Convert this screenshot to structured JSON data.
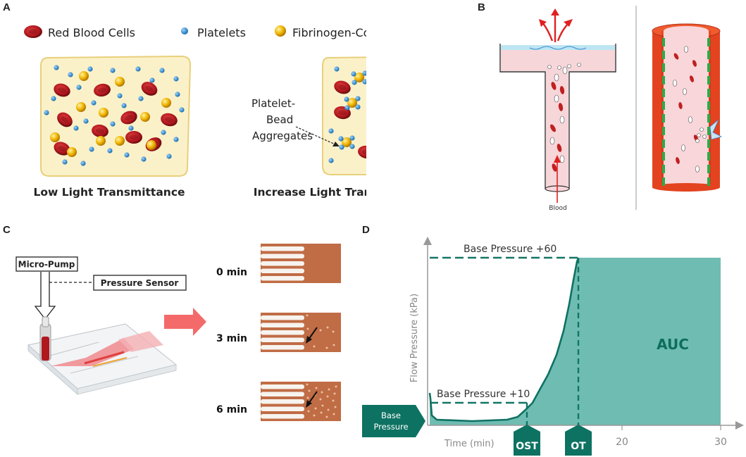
{
  "panels": {
    "a": {
      "letter": "A",
      "legend": [
        {
          "label": "Red Blood Cells",
          "icon": "red-blood-cell-icon",
          "color": "#b0181e"
        },
        {
          "label": "Platelets",
          "icon": "platelet-icon",
          "color": "#2a8fd0"
        },
        {
          "label": "Fibrinogen-Coated Beads",
          "icon": "bead-icon",
          "color": "#f0b400"
        }
      ],
      "left_caption": "Low Light Transmittance",
      "right_caption": "Increase Light Transmittance",
      "annotation_lines": [
        "Platelet-",
        "Bead",
        "Aggregates"
      ]
    },
    "b": {
      "letter": "B",
      "blood_label": "Blood"
    },
    "c": {
      "letter": "C",
      "pump_label": "Micro-Pump",
      "sensor_label": "Pressure Sensor",
      "timepoints": [
        "0 min",
        "3 min",
        "6 min"
      ]
    },
    "d": {
      "letter": "D",
      "top_label": "Base Pressure +60",
      "bottom_label": "Base Pressure +10",
      "ylabel": "Flow Pressure (kPa)",
      "xlabel": "Time (min)",
      "ost": "OST",
      "ot": "OT",
      "tick_20": "20",
      "tick_30": "30",
      "auc": "AUC",
      "base_lines": [
        "Base",
        "Pressure"
      ],
      "teal": "#1f8f7f"
    }
  }
}
